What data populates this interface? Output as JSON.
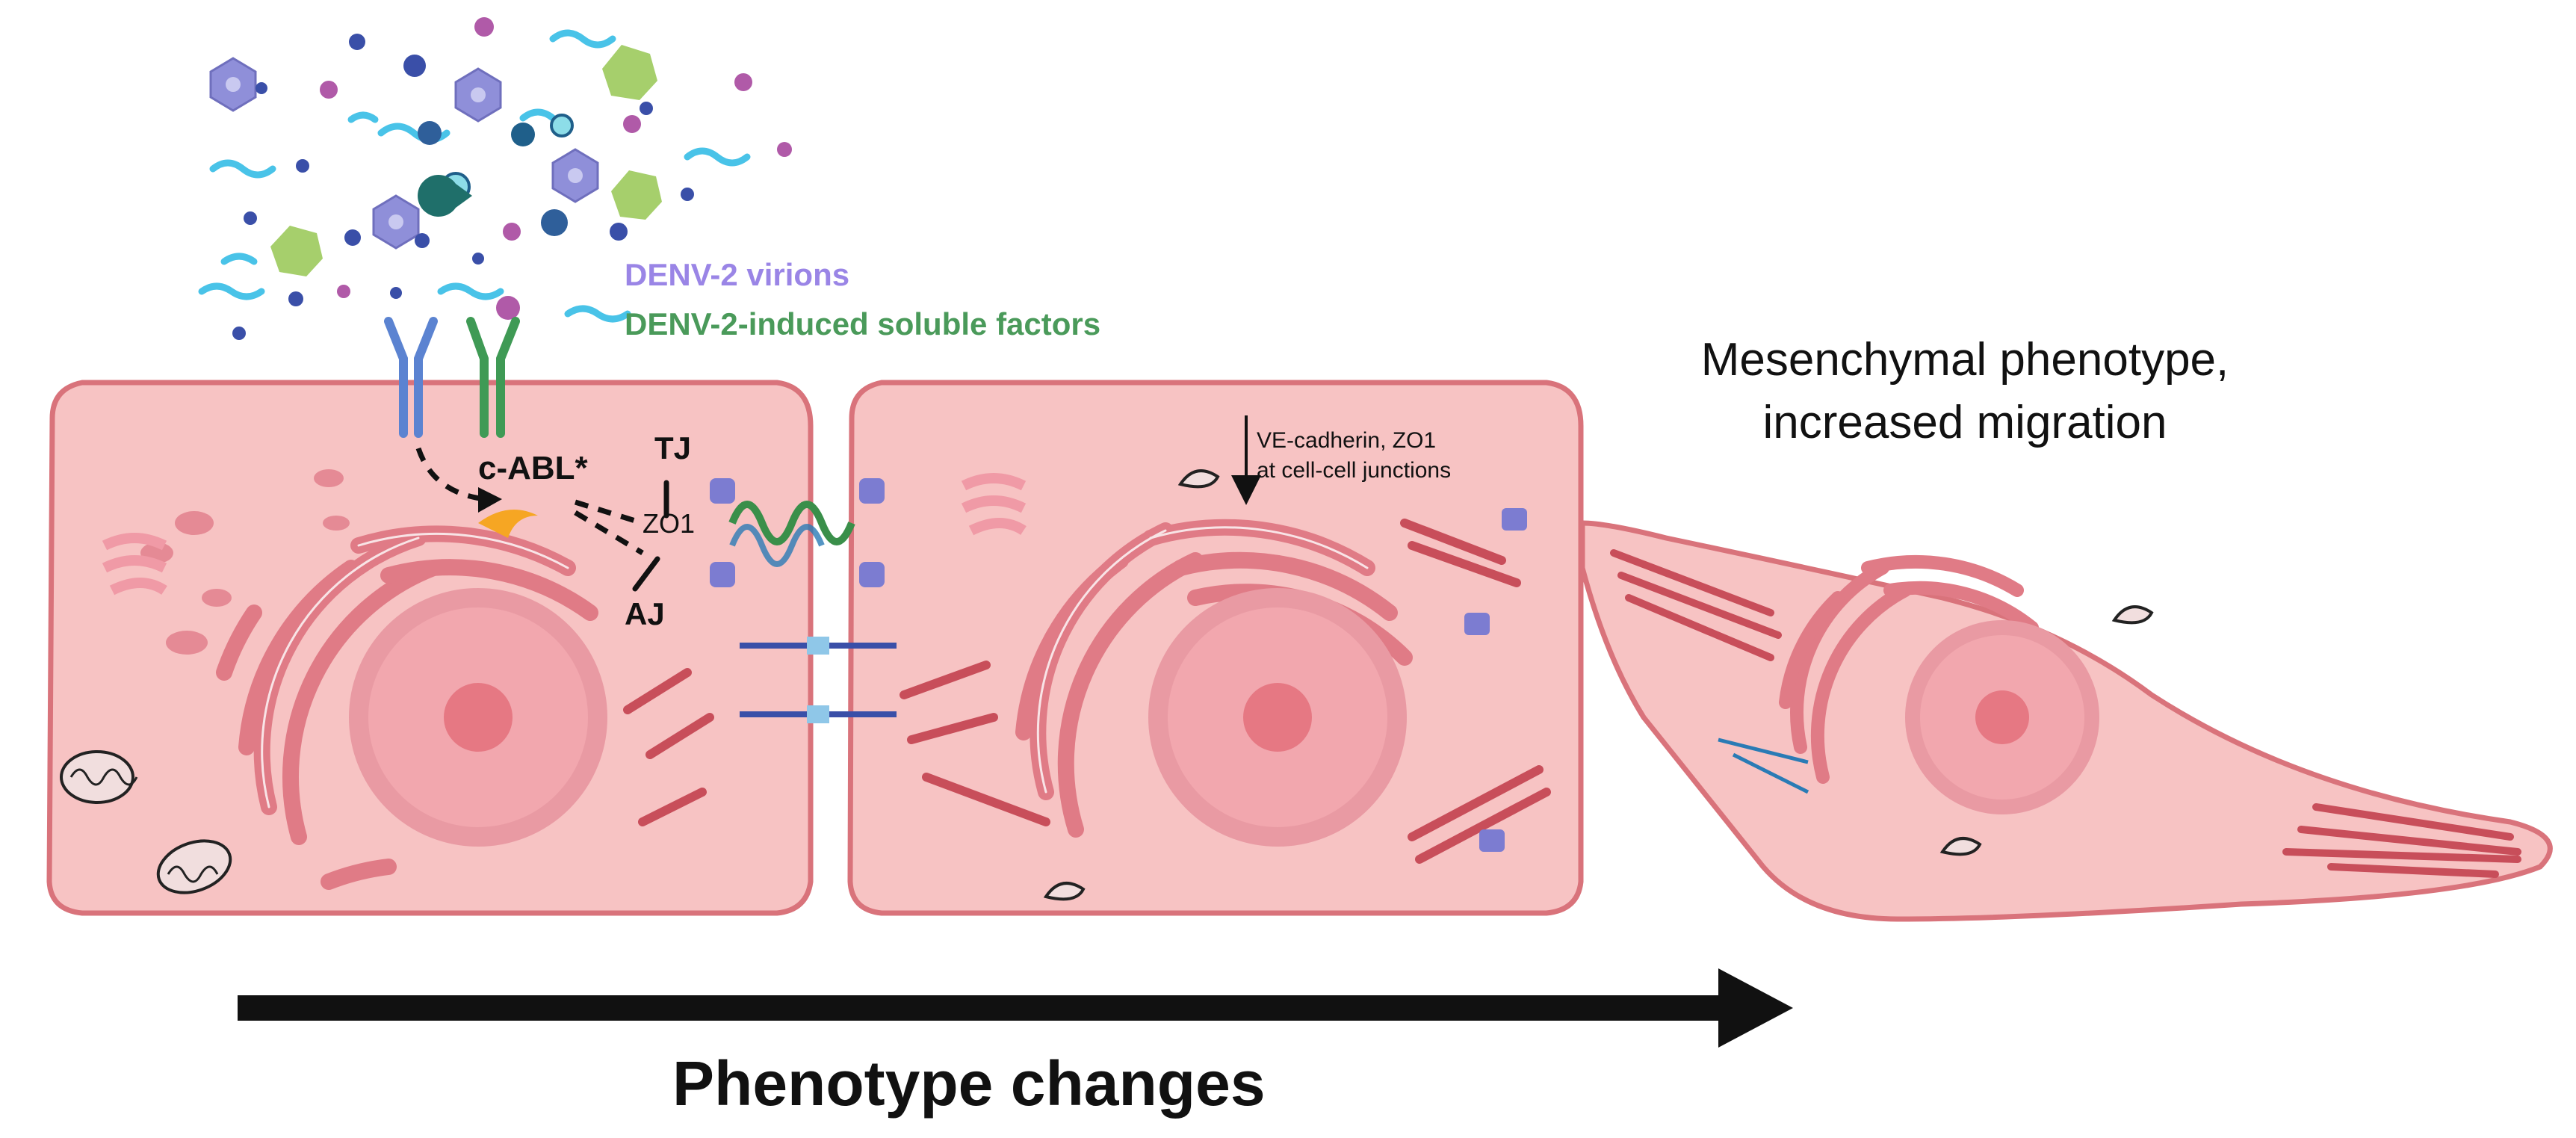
{
  "legend": {
    "virions": "DENV-2 virions",
    "soluble_factors": "DENV-2-induced soluble factors"
  },
  "signaling": {
    "kinase": "c-ABL*",
    "tight_junction": "TJ",
    "zo1": "ZO1",
    "adherens_junction": "AJ"
  },
  "annotation": {
    "line1": "VE-cadherin, ZO1",
    "line2": "at cell-cell junctions"
  },
  "outcome": {
    "line1": "Mesenchymal phenotype,",
    "line2": "increased migration"
  },
  "axis": {
    "label": "Phenotype changes"
  },
  "colors": {
    "cell_fill": "#f7c3c3",
    "cell_stroke": "#d9737b",
    "organelle": "#e07b86",
    "virion": "#8f8fd9",
    "receptor_blue": "#5b83d1",
    "receptor_green": "#3f9a55",
    "arrow": "#111111"
  }
}
